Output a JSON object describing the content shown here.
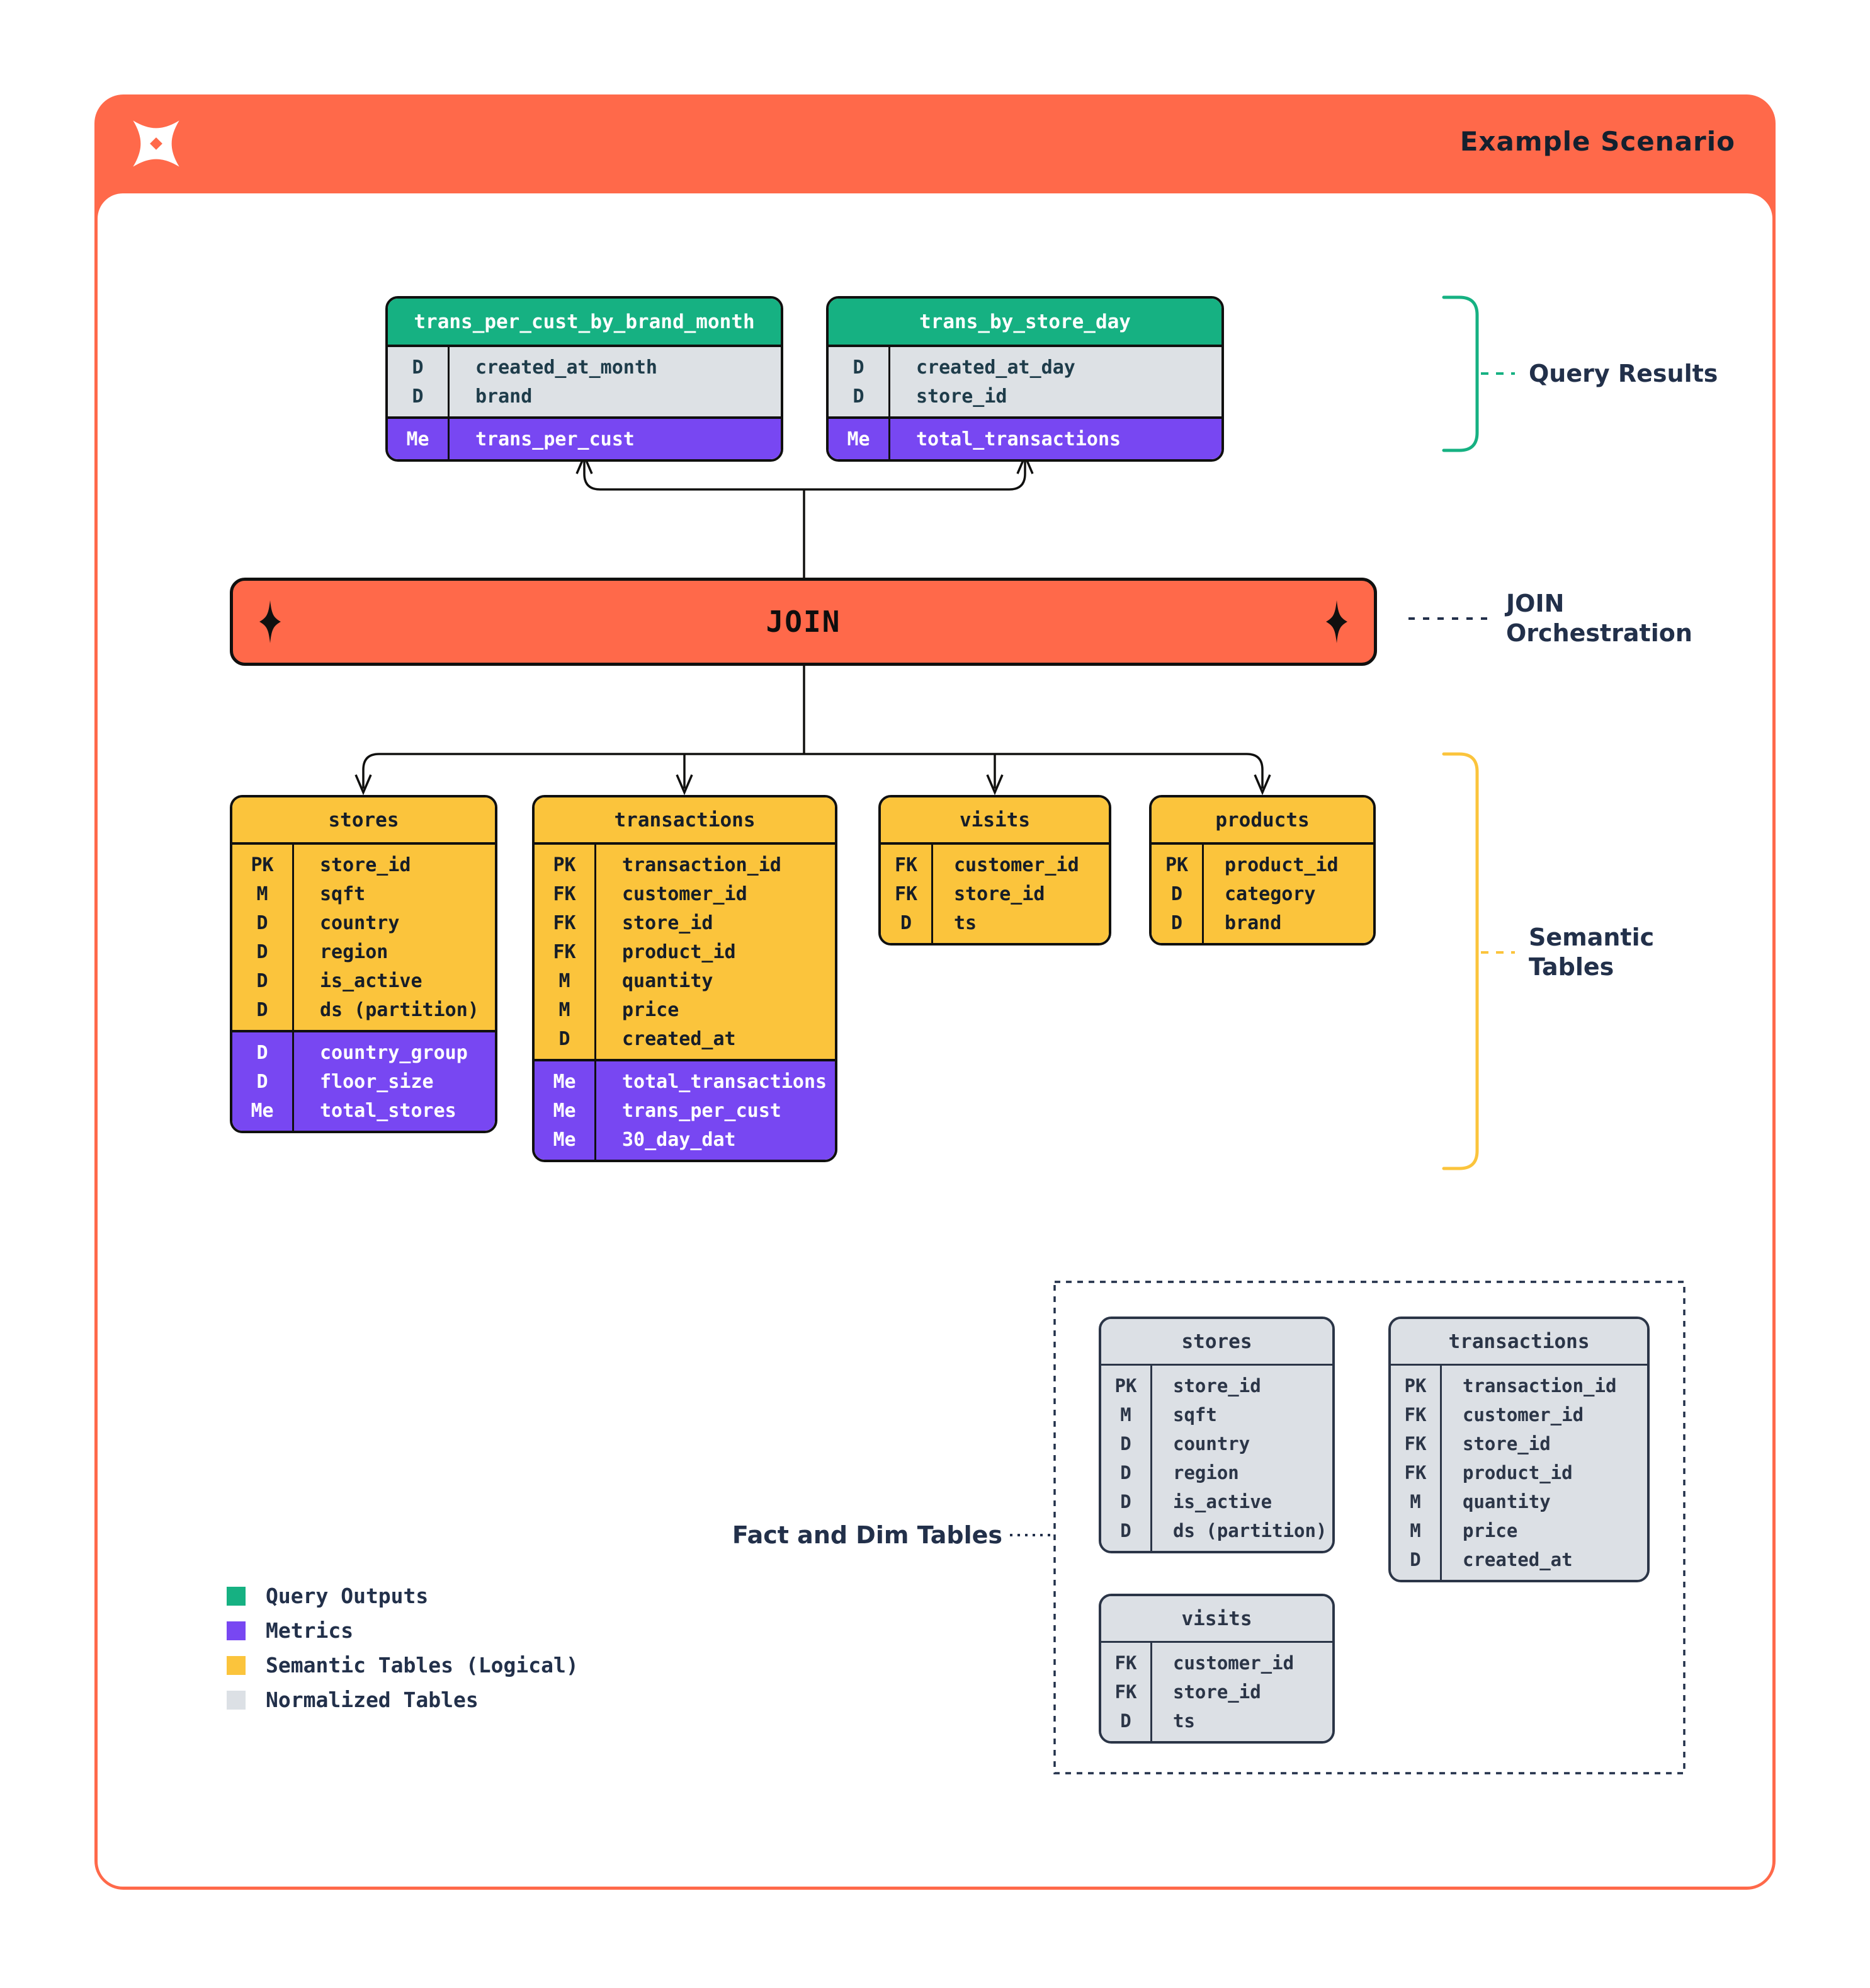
{
  "header": {
    "title": "Example Scenario",
    "logo": "dbt-logo"
  },
  "join": {
    "label": "JOIN"
  },
  "annotations": {
    "query_results": "Query Results",
    "join_orchestration": {
      "line1": "JOIN",
      "line2": "Orchestration"
    },
    "semantic_tables": {
      "line1": "Semantic",
      "line2": "Tables"
    },
    "fact_and_dim": "Fact and Dim Tables"
  },
  "tables": {
    "q1": {
      "title": "trans_per_cust_by_brand_month",
      "variant": "green",
      "rows": [
        [
          "D",
          "created_at_month",
          "dim"
        ],
        [
          "D",
          "brand",
          "dim"
        ],
        [
          "Me",
          "trans_per_cust",
          "metric"
        ]
      ]
    },
    "q2": {
      "title": "trans_by_store_day",
      "variant": "green",
      "rows": [
        [
          "D",
          "created_at_day",
          "dim"
        ],
        [
          "D",
          "store_id",
          "dim"
        ],
        [
          "Me",
          "total_transactions",
          "metric"
        ]
      ]
    },
    "sem_stores": {
      "title": "stores",
      "variant": "yellow",
      "rows": [
        [
          "PK",
          "store_id",
          "dim"
        ],
        [
          "M",
          "sqft",
          "dim"
        ],
        [
          "D",
          "country",
          "dim"
        ],
        [
          "D",
          "region",
          "dim"
        ],
        [
          "D",
          "is_active",
          "dim"
        ],
        [
          "D",
          "ds (partition)",
          "dim"
        ],
        [
          "D",
          "country_group",
          "metric"
        ],
        [
          "D",
          "floor_size",
          "metric"
        ],
        [
          "Me",
          "total_stores",
          "metric"
        ]
      ]
    },
    "sem_transactions": {
      "title": "transactions",
      "variant": "yellow",
      "rows": [
        [
          "PK",
          "transaction_id",
          "dim"
        ],
        [
          "FK",
          "customer_id",
          "dim"
        ],
        [
          "FK",
          "store_id",
          "dim"
        ],
        [
          "FK",
          "product_id",
          "dim"
        ],
        [
          "M",
          "quantity",
          "dim"
        ],
        [
          "M",
          "price",
          "dim"
        ],
        [
          "D",
          "created_at",
          "dim"
        ],
        [
          "Me",
          "total_transactions",
          "metric"
        ],
        [
          "Me",
          "trans_per_cust",
          "metric"
        ],
        [
          "Me",
          "30_day_dat",
          "metric"
        ]
      ]
    },
    "sem_visits": {
      "title": "visits",
      "variant": "yellow small-key",
      "rows": [
        [
          "FK",
          "customer_id",
          "dim"
        ],
        [
          "FK",
          "store_id",
          "dim"
        ],
        [
          "D",
          "ts",
          "dim"
        ]
      ]
    },
    "sem_products": {
      "title": "products",
      "variant": "yellow small-key",
      "rows": [
        [
          "PK",
          "product_id",
          "dim"
        ],
        [
          "D",
          "category",
          "dim"
        ],
        [
          "D",
          "brand",
          "dim"
        ]
      ]
    },
    "raw_stores": {
      "title": "stores",
      "variant": "gray",
      "rows": [
        [
          "PK",
          "store_id",
          "dim"
        ],
        [
          "M",
          "sqft",
          "dim"
        ],
        [
          "D",
          "country",
          "dim"
        ],
        [
          "D",
          "region",
          "dim"
        ],
        [
          "D",
          "is_active",
          "dim"
        ],
        [
          "D",
          "ds (partition)",
          "dim"
        ]
      ]
    },
    "raw_transactions": {
      "title": "transactions",
      "variant": "gray",
      "rows": [
        [
          "PK",
          "transaction_id",
          "dim"
        ],
        [
          "FK",
          "customer_id",
          "dim"
        ],
        [
          "FK",
          "store_id",
          "dim"
        ],
        [
          "FK",
          "product_id",
          "dim"
        ],
        [
          "M",
          "quantity",
          "dim"
        ],
        [
          "M",
          "price",
          "dim"
        ],
        [
          "D",
          "created_at",
          "dim"
        ]
      ]
    },
    "raw_visits": {
      "title": "visits",
      "variant": "gray",
      "rows": [
        [
          "FK",
          "customer_id",
          "dim"
        ],
        [
          "FK",
          "store_id",
          "dim"
        ],
        [
          "D",
          "ts",
          "dim"
        ]
      ]
    }
  },
  "legend": [
    {
      "label": "Query Outputs",
      "color": "#16B182"
    },
    {
      "label": "Metrics",
      "color": "#7847F2"
    },
    {
      "label": "Semantic Tables (Logical)",
      "color": "#FBC43C"
    },
    {
      "label": "Normalized Tables",
      "color": "#DCE0E5"
    }
  ],
  "colors": {
    "accent_orange": "#FF694A",
    "green": "#16B182",
    "purple": "#7847F2",
    "yellow": "#FBC43C",
    "normalized_gray": "#DCE0E5",
    "ink": "#10100f",
    "navy_label": "#22304A"
  }
}
